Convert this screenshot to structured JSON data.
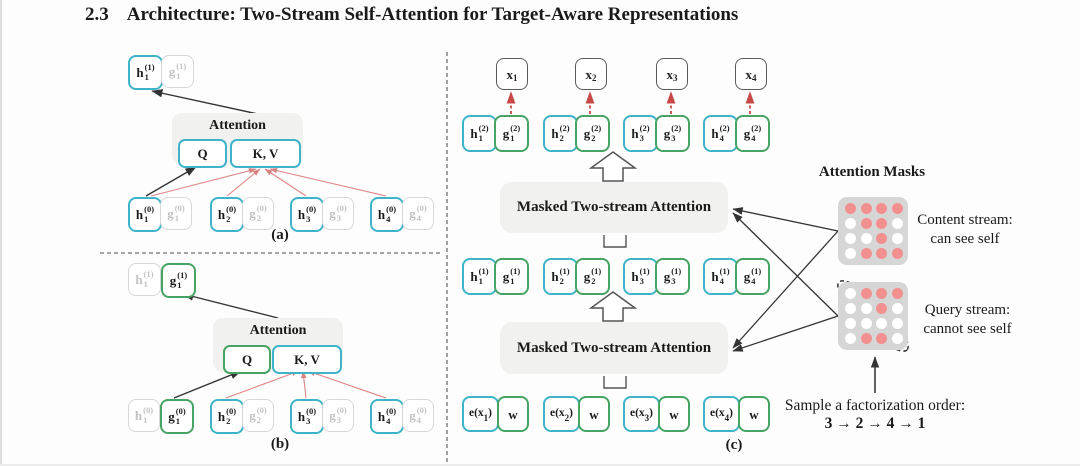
{
  "heading": {
    "section_number": "2.3",
    "section_title": "Architecture: Two-Stream Self-Attention for Target-Aware Representations"
  },
  "colors": {
    "teal": "#3fb3c8",
    "green": "#46a363",
    "red_line": "#e08585",
    "red_dot": "#f29090",
    "mask_bg": "#d6d6d6",
    "attn_bg": "#f1f1ef"
  },
  "panels": {
    "a": {
      "label": "(a)",
      "attention_label": "Attention",
      "q_label": "Q",
      "kv_label": "K, V",
      "top": [
        {
          "p": "h",
          "sb": "1",
          "sp": "(1)",
          "s": "teal"
        },
        {
          "p": "g",
          "sb": "1",
          "sp": "(1)",
          "s": "faded"
        }
      ],
      "bottom": [
        {
          "p": "h",
          "sb": "1",
          "sp": "(0)",
          "s": "teal"
        },
        {
          "p": "g",
          "sb": "1",
          "sp": "(0)",
          "s": "faded"
        },
        {
          "p": "h",
          "sb": "2",
          "sp": "(0)",
          "s": "teal"
        },
        {
          "p": "g",
          "sb": "2",
          "sp": "(0)",
          "s": "faded"
        },
        {
          "p": "h",
          "sb": "3",
          "sp": "(0)",
          "s": "teal"
        },
        {
          "p": "g",
          "sb": "3",
          "sp": "(0)",
          "s": "faded"
        },
        {
          "p": "h",
          "sb": "4",
          "sp": "(0)",
          "s": "teal"
        },
        {
          "p": "g",
          "sb": "4",
          "sp": "(0)",
          "s": "faded"
        }
      ]
    },
    "b": {
      "label": "(b)",
      "attention_label": "Attention",
      "q_label": "Q",
      "kv_label": "K, V",
      "top": [
        {
          "p": "h",
          "sb": "1",
          "sp": "(1)",
          "s": "faded"
        },
        {
          "p": "g",
          "sb": "1",
          "sp": "(1)",
          "s": "green"
        }
      ],
      "bottom": [
        {
          "p": "h",
          "sb": "1",
          "sp": "(0)",
          "s": "faded"
        },
        {
          "p": "g",
          "sb": "1",
          "sp": "(0)",
          "s": "green"
        },
        {
          "p": "h",
          "sb": "2",
          "sp": "(0)",
          "s": "teal"
        },
        {
          "p": "g",
          "sb": "2",
          "sp": "(0)",
          "s": "faded"
        },
        {
          "p": "h",
          "sb": "3",
          "sp": "(0)",
          "s": "teal"
        },
        {
          "p": "g",
          "sb": "3",
          "sp": "(0)",
          "s": "faded"
        },
        {
          "p": "h",
          "sb": "4",
          "sp": "(0)",
          "s": "teal"
        },
        {
          "p": "g",
          "sb": "4",
          "sp": "(0)",
          "s": "faded"
        }
      ]
    },
    "c": {
      "label": "(c)",
      "attn1_label": "Masked Two-stream Attention",
      "attn2_label": "Masked Two-stream Attention",
      "x_row": [
        {
          "p": "x",
          "sb": "1",
          "s": "plain"
        },
        {
          "p": "x",
          "sb": "2",
          "s": "plain"
        },
        {
          "p": "x",
          "sb": "3",
          "s": "plain"
        },
        {
          "p": "x",
          "sb": "4",
          "s": "plain"
        }
      ],
      "layer2": [
        {
          "p": "h",
          "sb": "1",
          "sp": "(2)",
          "s": "teal"
        },
        {
          "p": "g",
          "sb": "1",
          "sp": "(2)",
          "s": "green"
        },
        {
          "p": "h",
          "sb": "2",
          "sp": "(2)",
          "s": "teal"
        },
        {
          "p": "g",
          "sb": "2",
          "sp": "(2)",
          "s": "green"
        },
        {
          "p": "h",
          "sb": "3",
          "sp": "(2)",
          "s": "teal"
        },
        {
          "p": "g",
          "sb": "3",
          "sp": "(2)",
          "s": "green"
        },
        {
          "p": "h",
          "sb": "4",
          "sp": "(2)",
          "s": "teal"
        },
        {
          "p": "g",
          "sb": "4",
          "sp": "(2)",
          "s": "green"
        }
      ],
      "layer1": [
        {
          "p": "h",
          "sb": "1",
          "sp": "(1)",
          "s": "teal"
        },
        {
          "p": "g",
          "sb": "1",
          "sp": "(1)",
          "s": "green"
        },
        {
          "p": "h",
          "sb": "2",
          "sp": "(1)",
          "s": "teal"
        },
        {
          "p": "g",
          "sb": "2",
          "sp": "(1)",
          "s": "green"
        },
        {
          "p": "h",
          "sb": "3",
          "sp": "(1)",
          "s": "teal"
        },
        {
          "p": "g",
          "sb": "3",
          "sp": "(1)",
          "s": "green"
        },
        {
          "p": "h",
          "sb": "4",
          "sp": "(1)",
          "s": "teal"
        },
        {
          "p": "g",
          "sb": "4",
          "sp": "(1)",
          "s": "green"
        }
      ],
      "inputs": [
        {
          "p": "e(x",
          "sb": "1",
          "sf": ")",
          "s": "teal",
          "small": true
        },
        {
          "p": "w",
          "s": "green"
        },
        {
          "p": "e(x",
          "sb": "2",
          "sf": ")",
          "s": "teal",
          "small": true
        },
        {
          "p": "w",
          "s": "green"
        },
        {
          "p": "e(x",
          "sb": "3",
          "sf": ")",
          "s": "teal",
          "small": true
        },
        {
          "p": "w",
          "s": "green"
        },
        {
          "p": "e(x",
          "sb": "4",
          "sf": ")",
          "s": "teal",
          "small": true
        },
        {
          "p": "w",
          "s": "green"
        }
      ]
    }
  },
  "masks": {
    "title": "Attention Masks",
    "content": {
      "caption_line1": "Content stream:",
      "caption_line2": "can see self",
      "grid": [
        [
          1,
          1,
          1,
          1
        ],
        [
          0,
          1,
          1,
          0
        ],
        [
          0,
          0,
          1,
          0
        ],
        [
          0,
          1,
          1,
          1
        ]
      ]
    },
    "query": {
      "caption_line1": "Query stream:",
      "caption_line2": "cannot see self",
      "grid": [
        [
          0,
          1,
          1,
          1
        ],
        [
          0,
          0,
          1,
          0
        ],
        [
          0,
          0,
          0,
          0
        ],
        [
          0,
          1,
          1,
          0
        ]
      ]
    }
  },
  "factorization": {
    "line1": "Sample a factorization order:",
    "line2": "3 → 2 → 4 → 1"
  }
}
